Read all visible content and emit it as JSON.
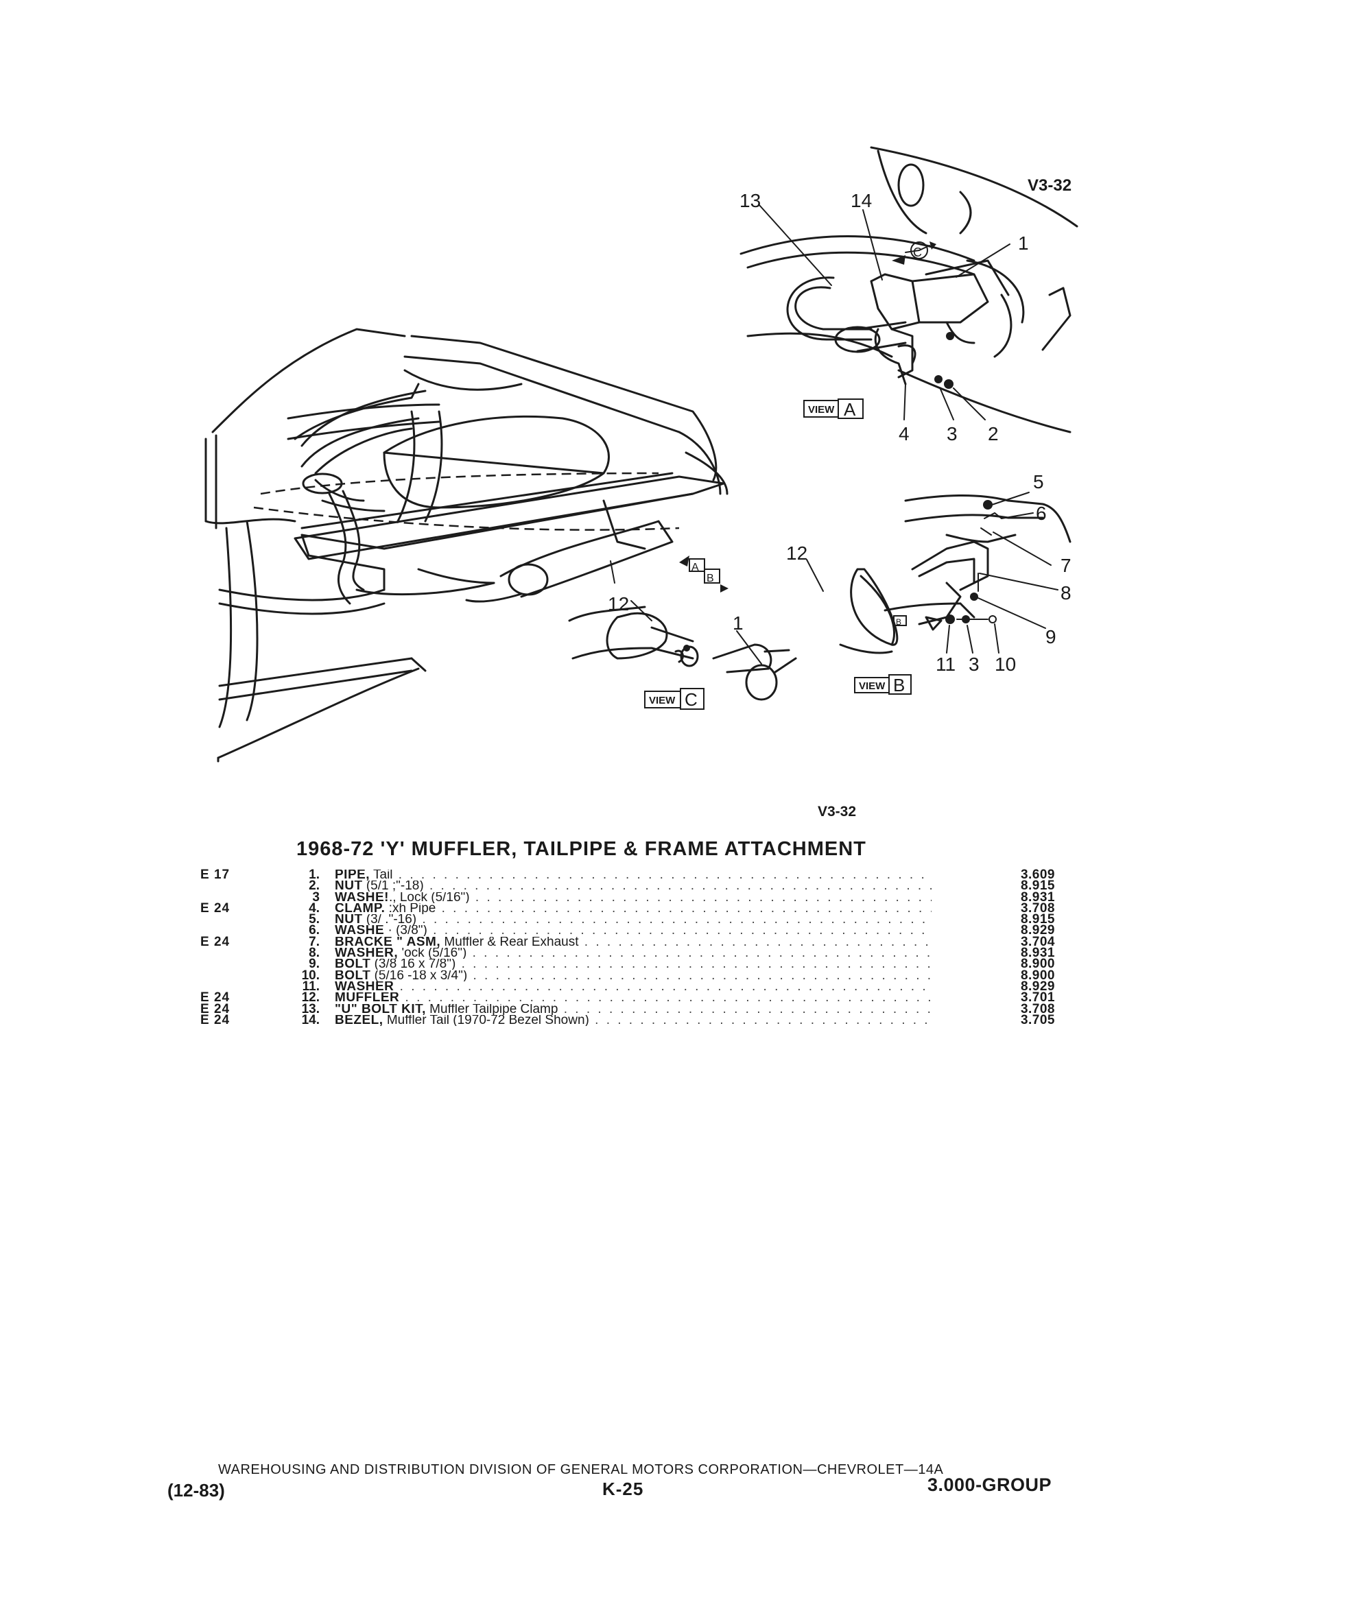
{
  "diagram": {
    "ref_top": "V3-32",
    "view_word": "VIEW",
    "views": {
      "a": "A",
      "b": "B",
      "c": "C"
    },
    "arrow_labels": {
      "ab_a": "A",
      "ab_b": "B",
      "small_c": "C"
    },
    "callouts": {
      "c13": "13",
      "c14": "14",
      "c1_a": "1",
      "c4": "4",
      "c3_a": "3",
      "c2": "2",
      "c5": "5",
      "c6": "6",
      "c7": "7",
      "c8": "8",
      "c9": "9",
      "c11": "11",
      "c3_b": "3",
      "c10": "10",
      "c12_b": "12",
      "c12_c": "12",
      "c1_c": "1"
    }
  },
  "ref_bottom": "V3-32",
  "title": "1968-72 'Y' MUFFLER, TAILPIPE & FRAME ATTACHMENT",
  "parts": [
    {
      "code": "E 17",
      "num": "1.",
      "name": "PIPE,",
      "rest": " Tail",
      "group": "3.609"
    },
    {
      "code": "",
      "num": "2.",
      "name": "NUT",
      "rest": " (5/1 ;\"-18)",
      "group": "8.915"
    },
    {
      "code": "",
      "num": "3",
      "name": "WASHE!",
      "rest": "., Lock (5/16\")",
      "group": "8.931"
    },
    {
      "code": "E 24",
      "num": "4.",
      "name": "CLAMP.",
      "rest": " :xh Pipe",
      "group": "3.708"
    },
    {
      "code": "",
      "num": "5.",
      "name": "NUT",
      "rest": " (3/ .\"-16)",
      "group": "8.915"
    },
    {
      "code": "",
      "num": "6.",
      "name": "WASHE",
      "rest": " · (3/8\")",
      "group": "8.929"
    },
    {
      "code": "E 24",
      "num": "7.",
      "name": "BRACKE \" ASM,",
      "rest": " Muffler & Rear Exhaust",
      "group": "3.704"
    },
    {
      "code": "",
      "num": "8.",
      "name": "WASHER,",
      "rest": " 'ock (5/16\")",
      "group": "8.931"
    },
    {
      "code": "",
      "num": "9.",
      "name": "BOLT",
      "rest": " (3/8  16 x 7/8\")",
      "group": "8.900"
    },
    {
      "code": "",
      "num": "10.",
      "name": "BOLT",
      "rest": " (5/16 -18 x 3/4\")",
      "group": "8.900"
    },
    {
      "code": "",
      "num": "11.",
      "name": "WASHER",
      "rest": "",
      "group": "8.929"
    },
    {
      "code": "E 24",
      "num": "12.",
      "name": "MUFFLER",
      "rest": "",
      "group": "3.701"
    },
    {
      "code": "E 24",
      "num": "13.",
      "name": "\"U\" BOLT KIT,",
      "rest": " Muffler Tailpipe Clamp",
      "group": "3.708"
    },
    {
      "code": "E 24",
      "num": "14.",
      "name": "BEZEL,",
      "rest": " Muffler Tail (1970-72 Bezel Shown)",
      "group": "3.705"
    }
  ],
  "footer": {
    "line": "WAREHOUSING AND DISTRIBUTION DIVISION OF GENERAL MOTORS CORPORATION—CHEVROLET—14A",
    "date": "(12-83)",
    "page": "K-25",
    "group": "3.000-GROUP"
  }
}
